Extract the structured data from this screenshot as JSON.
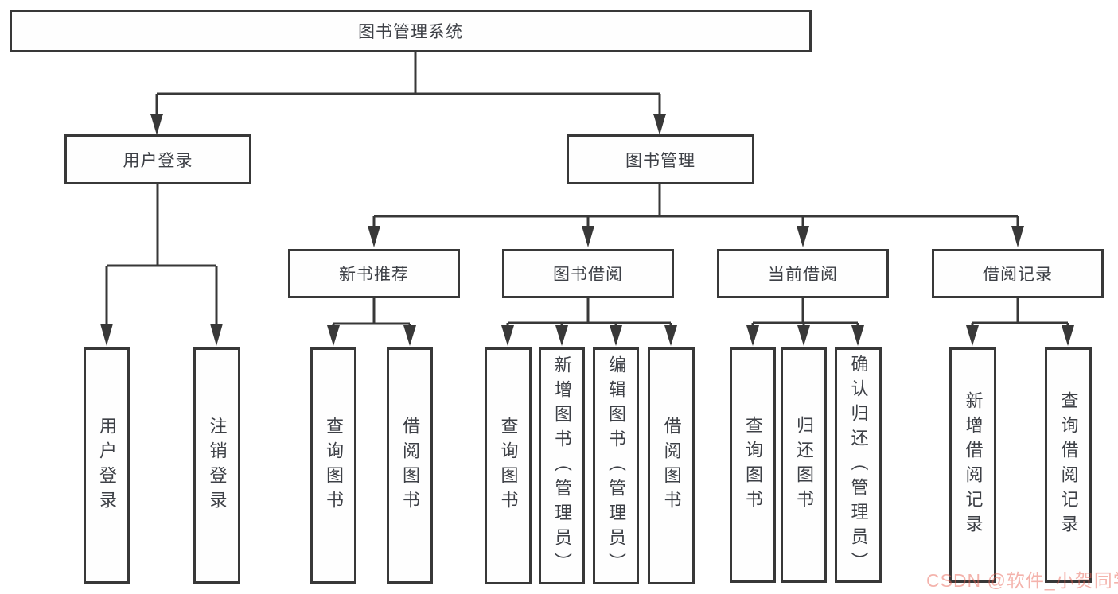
{
  "diagram": {
    "nodes": {
      "root": {
        "label": "图书管理系统"
      },
      "user_login": {
        "label": "用户登录"
      },
      "book_mgmt": {
        "label": "图书管理"
      },
      "new_book_rec": {
        "label": "新书推荐"
      },
      "book_borrow": {
        "label": "图书借阅"
      },
      "current_borrow": {
        "label": "当前借阅"
      },
      "borrow_records": {
        "label": "借阅记录"
      },
      "user_login_children": [
        {
          "label": "用户登录"
        },
        {
          "label": "注销登录"
        }
      ],
      "new_book_rec_children": [
        {
          "label": "查询图书"
        },
        {
          "label": "借阅图书"
        }
      ],
      "book_borrow_children": [
        {
          "label": "查询图书"
        },
        {
          "label": "新增图书（管理员）"
        },
        {
          "label": "编辑图书（管理员）"
        },
        {
          "label": "借阅图书"
        }
      ],
      "current_borrow_children": [
        {
          "label": "查询图书"
        },
        {
          "label": "归还图书"
        },
        {
          "label": "确认归还（管理员）"
        }
      ],
      "borrow_records_children": [
        {
          "label": "新增借阅记录"
        },
        {
          "label": "查询借阅记录"
        }
      ]
    },
    "colors": {
      "line": "#383838",
      "text": "#3d4046",
      "watermark": "#e96052"
    }
  },
  "watermark": {
    "text": "CSDN @软件_小贺同学"
  }
}
